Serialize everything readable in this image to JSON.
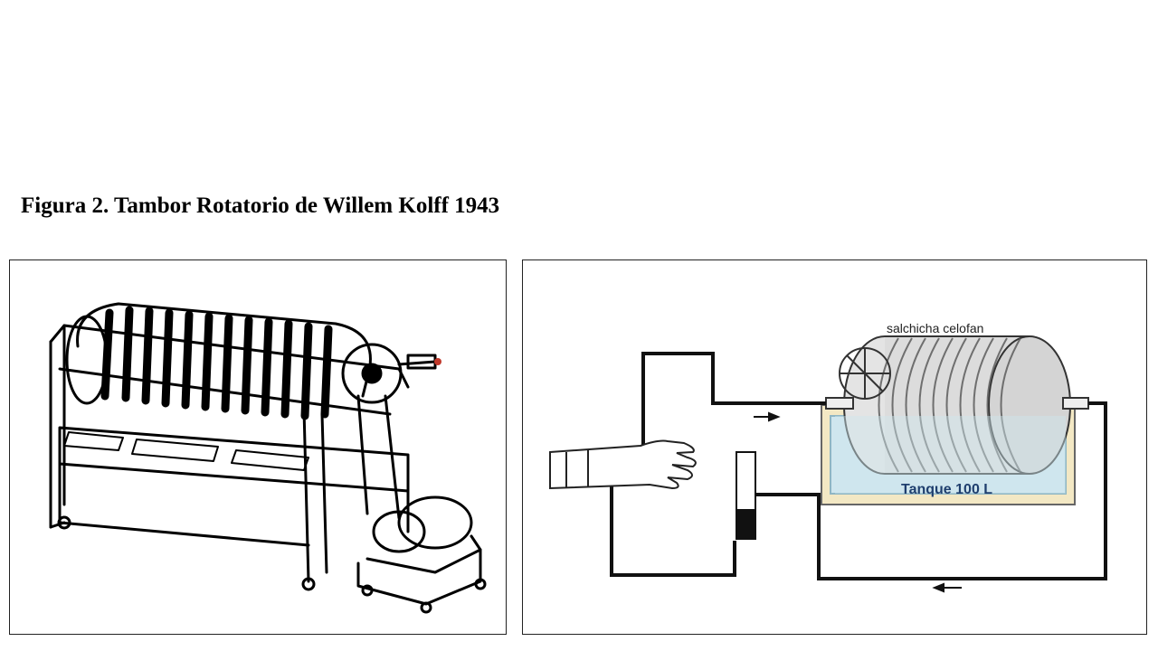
{
  "figure": {
    "title": "Figura 2. Tambor Rotatorio de Willem Kolff 1943"
  },
  "schematic": {
    "drum_label": "salchicha celofan",
    "tank_label": "Tanque 100 L"
  },
  "colors": {
    "tank_fill": "#f3e8c4",
    "water": "#cfe6ee",
    "line": "#111111"
  }
}
